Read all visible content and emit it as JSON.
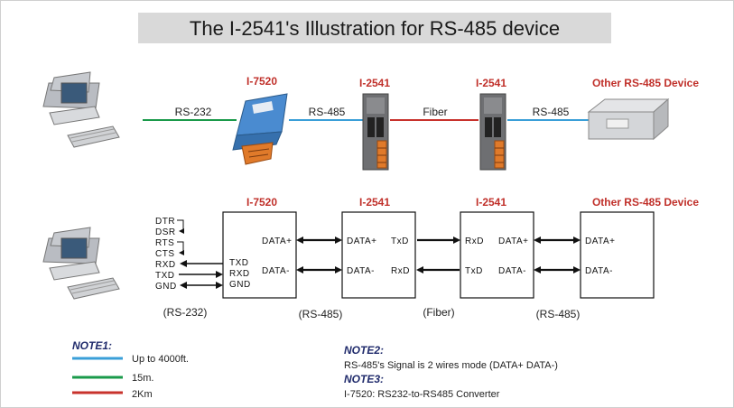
{
  "title": "The I-2541's Illustration for RS-485 device",
  "colors": {
    "rs232": "#1a9a4a",
    "rs485": "#3a9fd8",
    "fiber": "#c8322c",
    "label_red": "#c0302a",
    "note_blue": "#1f2a6b"
  },
  "top": {
    "devices": {
      "converter": "I-7520",
      "fiber_a": "I-2541",
      "fiber_b": "I-2541",
      "other": "Other RS-485 Device"
    },
    "links": {
      "rs232": "RS-232",
      "rs485_a": "RS-485",
      "fiber": "Fiber",
      "rs485_b": "RS-485"
    }
  },
  "bottom": {
    "devices": {
      "converter": "I-7520",
      "fiber_a": "I-2541",
      "fiber_b": "I-2541",
      "other": "Other RS-485 Device"
    },
    "pc_signals": [
      "DTR",
      "DSR",
      "RTS",
      "CTS",
      "RXD",
      "TXD",
      "GND"
    ],
    "box1": {
      "left": [
        "TXD",
        "RXD",
        "GND"
      ],
      "right": [
        "DATA+",
        "DATA-"
      ]
    },
    "box2": {
      "left": [
        "DATA+",
        "DATA-"
      ],
      "right": [
        "TxD",
        "RxD"
      ]
    },
    "box3": {
      "left": [
        "RxD",
        "TxD"
      ],
      "right": [
        "DATA+",
        "DATA-"
      ]
    },
    "box4": {
      "left": [
        "DATA+",
        "DATA-"
      ]
    },
    "captions": {
      "rs232": "(RS-232)",
      "rs485_a": "(RS-485)",
      "fiber": "(Fiber)",
      "rs485_b": "(RS-485)"
    }
  },
  "note1": {
    "heading": "NOTE1:",
    "items": [
      "Up to 4000ft.",
      "15m.",
      "2Km"
    ]
  },
  "note2": {
    "heading": "NOTE2:",
    "text": "RS-485's Signal is  2 wires mode (DATA+ DATA-)"
  },
  "note3": {
    "heading": "NOTE3:",
    "text": "I-7520: RS232-to-RS485 Converter"
  }
}
